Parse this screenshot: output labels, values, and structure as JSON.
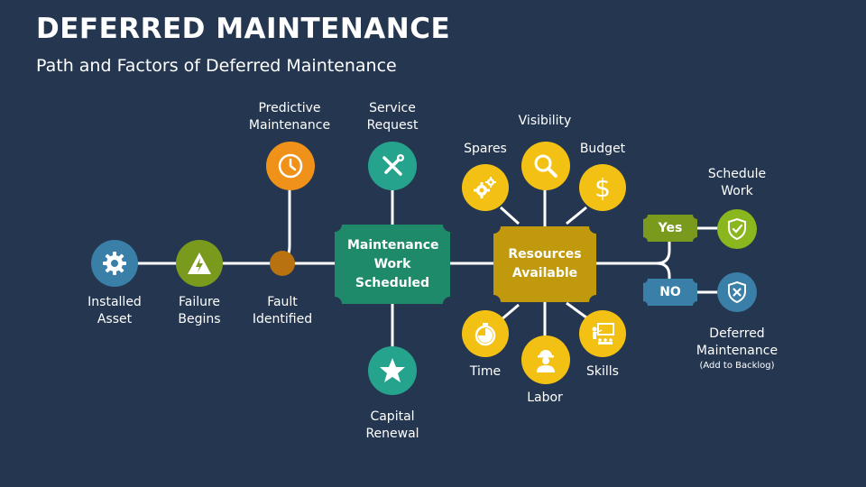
{
  "header": {
    "title": "DEFERRED MAINTENANCE",
    "subtitle": "Path and Factors of Deferred Maintenance"
  },
  "colors": {
    "background": "#253750",
    "line": "#ffffff",
    "blue": "#3a7fa8",
    "olive": "#7a9a1e",
    "orange": "#f0921a",
    "brown": "#b8720f",
    "teal": "#26a38c",
    "green_box": "#1f8a6a",
    "gold_box": "#c09a0c",
    "yellow": "#f2c114",
    "lime": "#8ab61e"
  },
  "nodes": {
    "installed_asset": "Installed Asset",
    "failure_begins": "Failure Begins",
    "fault_identified": "Fault Identified",
    "predictive_maintenance": "Predictive Maintenance",
    "service_request": "Service Request",
    "capital_renewal": "Capital Renewal",
    "maintenance_work_scheduled": "Maintenance Work Scheduled",
    "resources_available": "Resources Available"
  },
  "resources": {
    "spares": "Spares",
    "visibility": "Visibility",
    "budget": "Budget",
    "time": "Time",
    "labor": "Labor",
    "skills": "Skills"
  },
  "decision": {
    "yes": "Yes",
    "no": "NO",
    "schedule_work": "Schedule Work",
    "deferred_maintenance": "Deferred Maintenance",
    "deferred_note": "(Add to Backlog)"
  }
}
